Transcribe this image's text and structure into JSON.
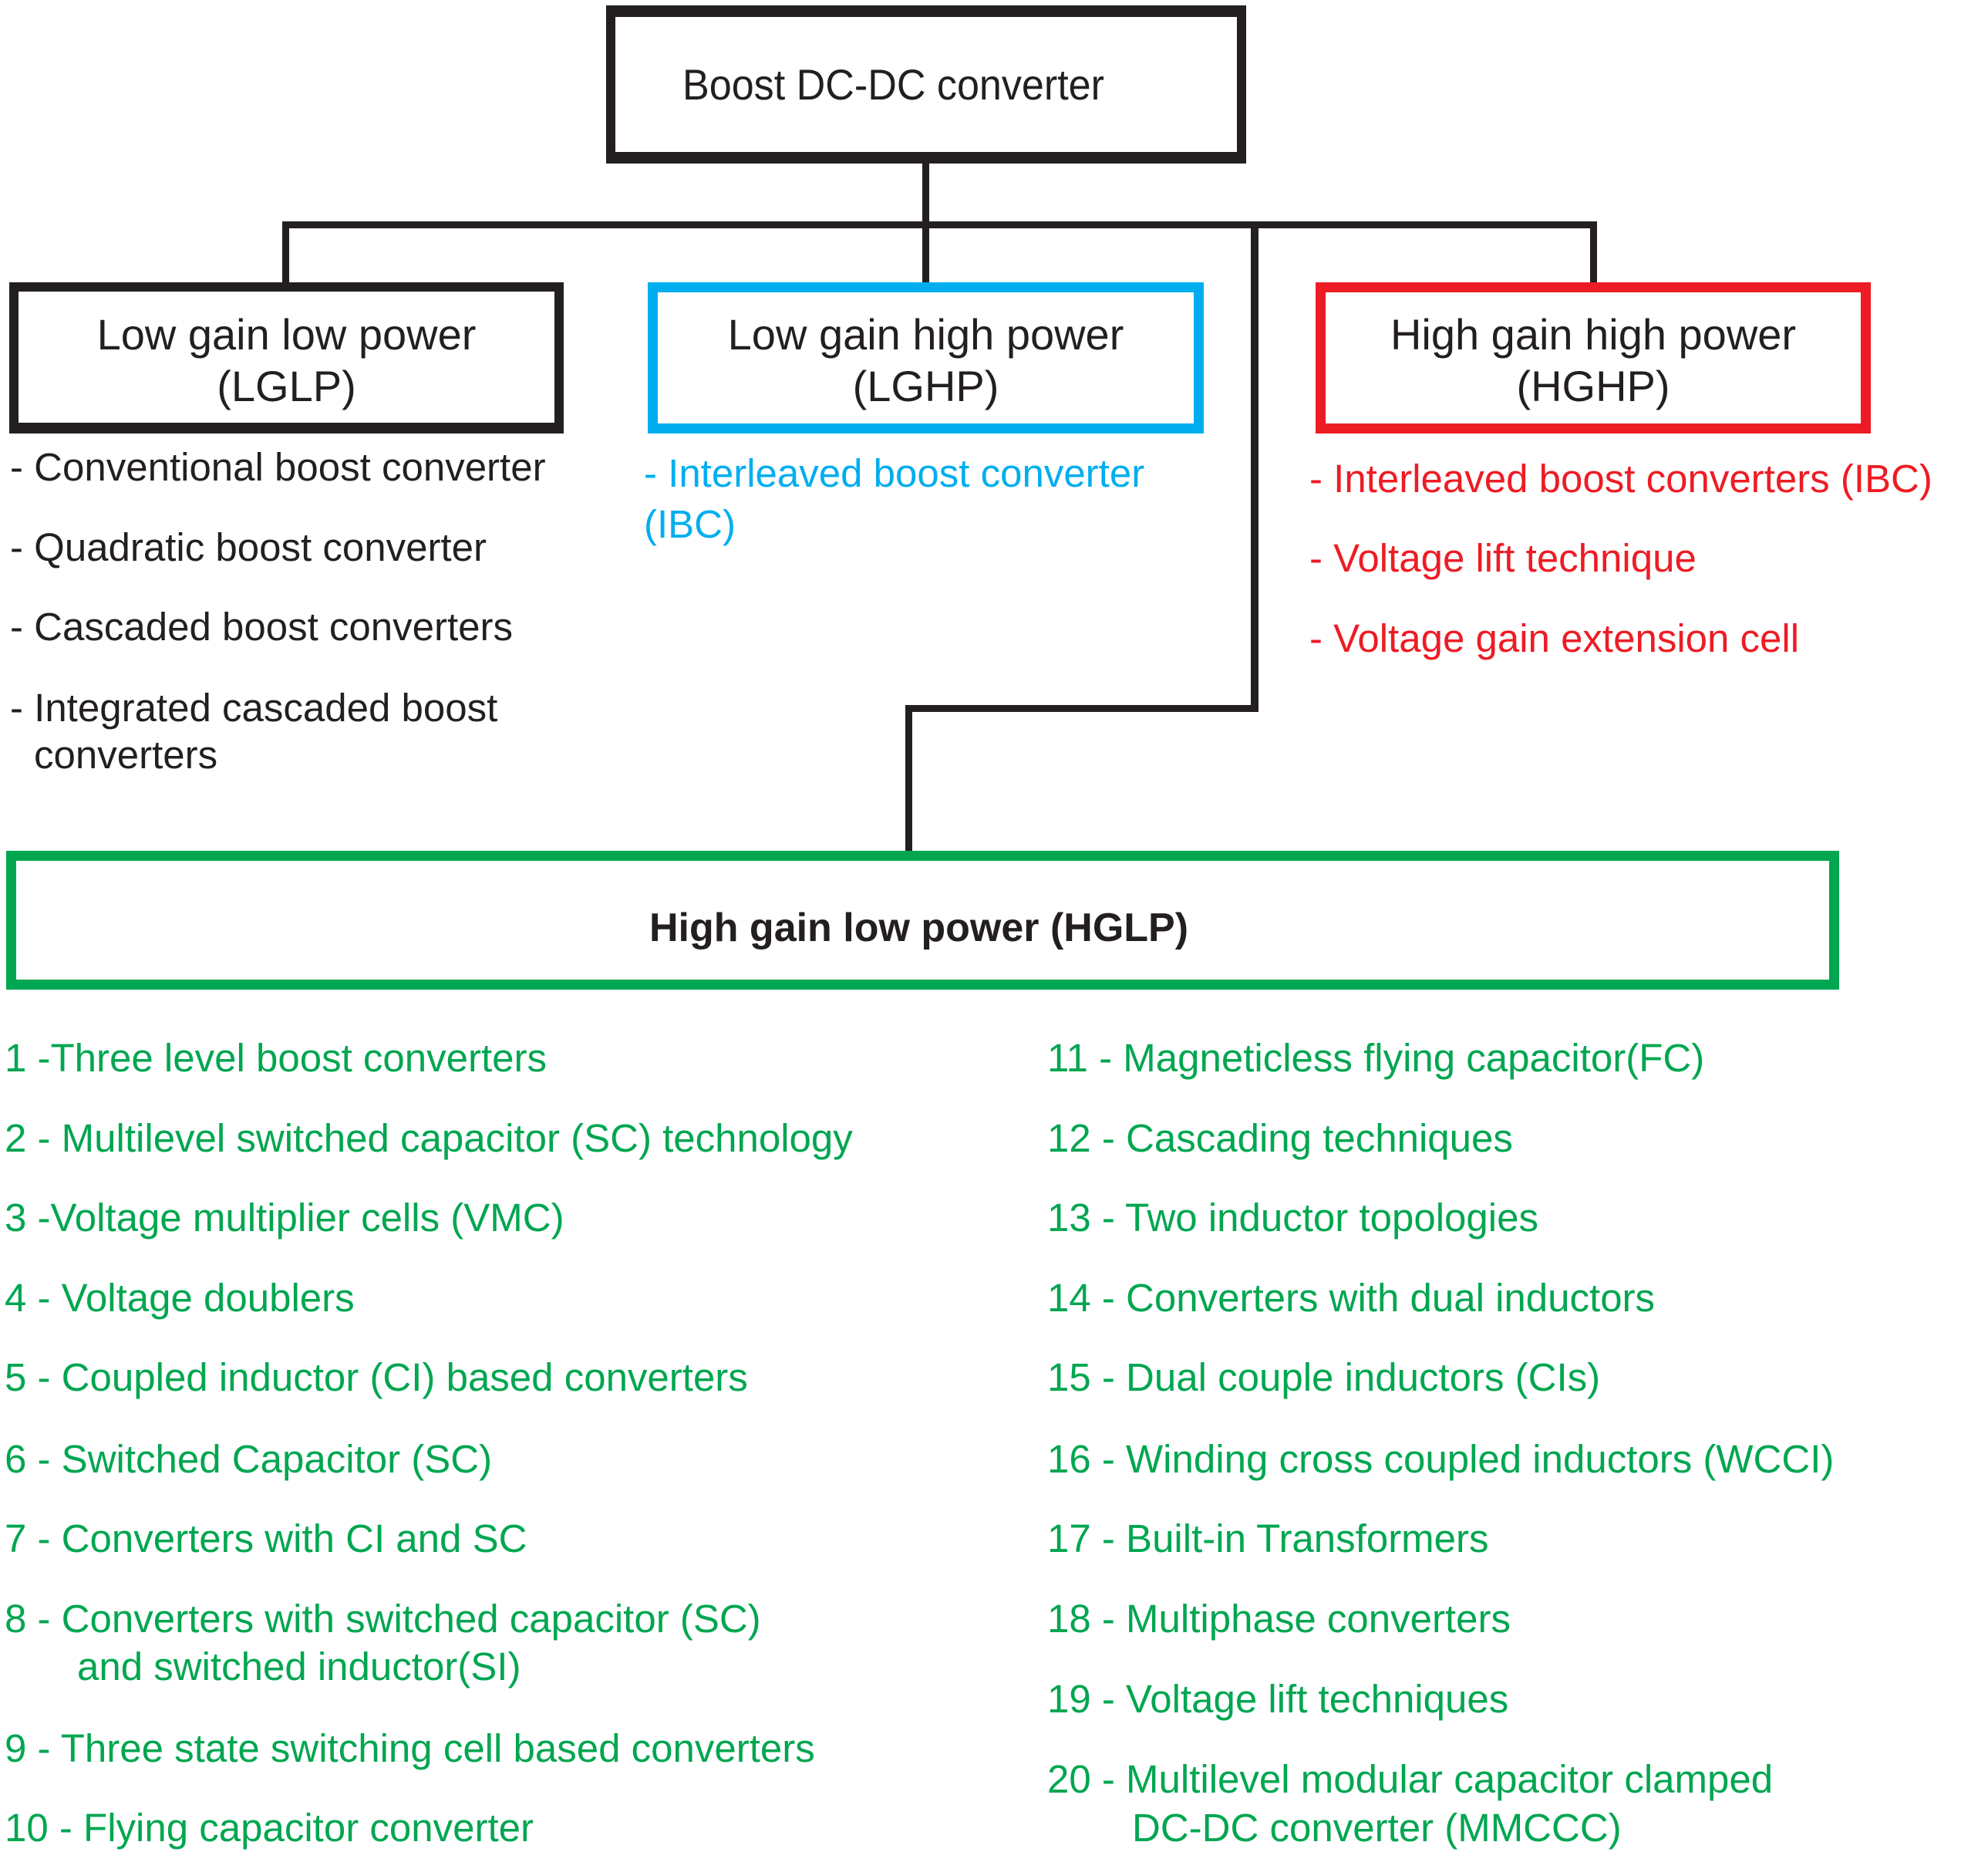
{
  "diagram": {
    "root": {
      "label": "Boost DC-DC converter"
    },
    "colors": {
      "black": "#231f20",
      "lglp": "#231f20",
      "lghp": "#00aeef",
      "hghp": "#ed1c24",
      "hglp": "#00a650"
    },
    "categories": {
      "lglp": {
        "title_line1": "Low gain low power",
        "title_line2": "(LGLP)",
        "items": [
          "- Conventional boost converter",
          "- Quadratic boost converter",
          "- Cascaded boost converters",
          "- Integrated cascaded boost",
          "converters"
        ]
      },
      "lghp": {
        "title_line1": "Low gain high power",
        "title_line2": "(LGHP)",
        "items": [
          "- Interleaved boost converter",
          "(IBC)"
        ]
      },
      "hghp": {
        "title_line1": "High gain high power",
        "title_line2": "(HGHP)",
        "items": [
          "- Interleaved boost converters (IBC)",
          "- Voltage lift technique",
          "- Voltage gain extension cell"
        ]
      },
      "hglp": {
        "title": "High gain low power (HGLP)",
        "left_items": [
          "1 -Three level boost converters",
          "2 - Multilevel switched capacitor (SC) technology",
          "3 -Voltage multiplier cells (VMC)",
          "4 - Voltage doublers",
          "5 - Coupled inductor (CI) based converters",
          "6 - Switched Capacitor (SC)",
          "7 - Converters with CI and SC",
          "8 - Converters with switched capacitor (SC)",
          "and switched inductor(SI)",
          "9 - Three state switching cell based converters",
          "10 - Flying capacitor converter"
        ],
        "right_items": [
          "11 - Magneticless flying capacitor(FC)",
          "12 - Cascading techniques",
          "13 - Two inductor topologies",
          "14 - Converters with dual inductors",
          "15 - Dual couple inductors (CIs)",
          "16 - Winding cross coupled inductors (WCCI)",
          "17 - Built-in Transformers",
          "18 - Multiphase converters",
          "19 - Voltage lift techniques",
          "20 - Multilevel modular capacitor clamped",
          "DC-DC converter (MMCCC)"
        ]
      }
    }
  }
}
